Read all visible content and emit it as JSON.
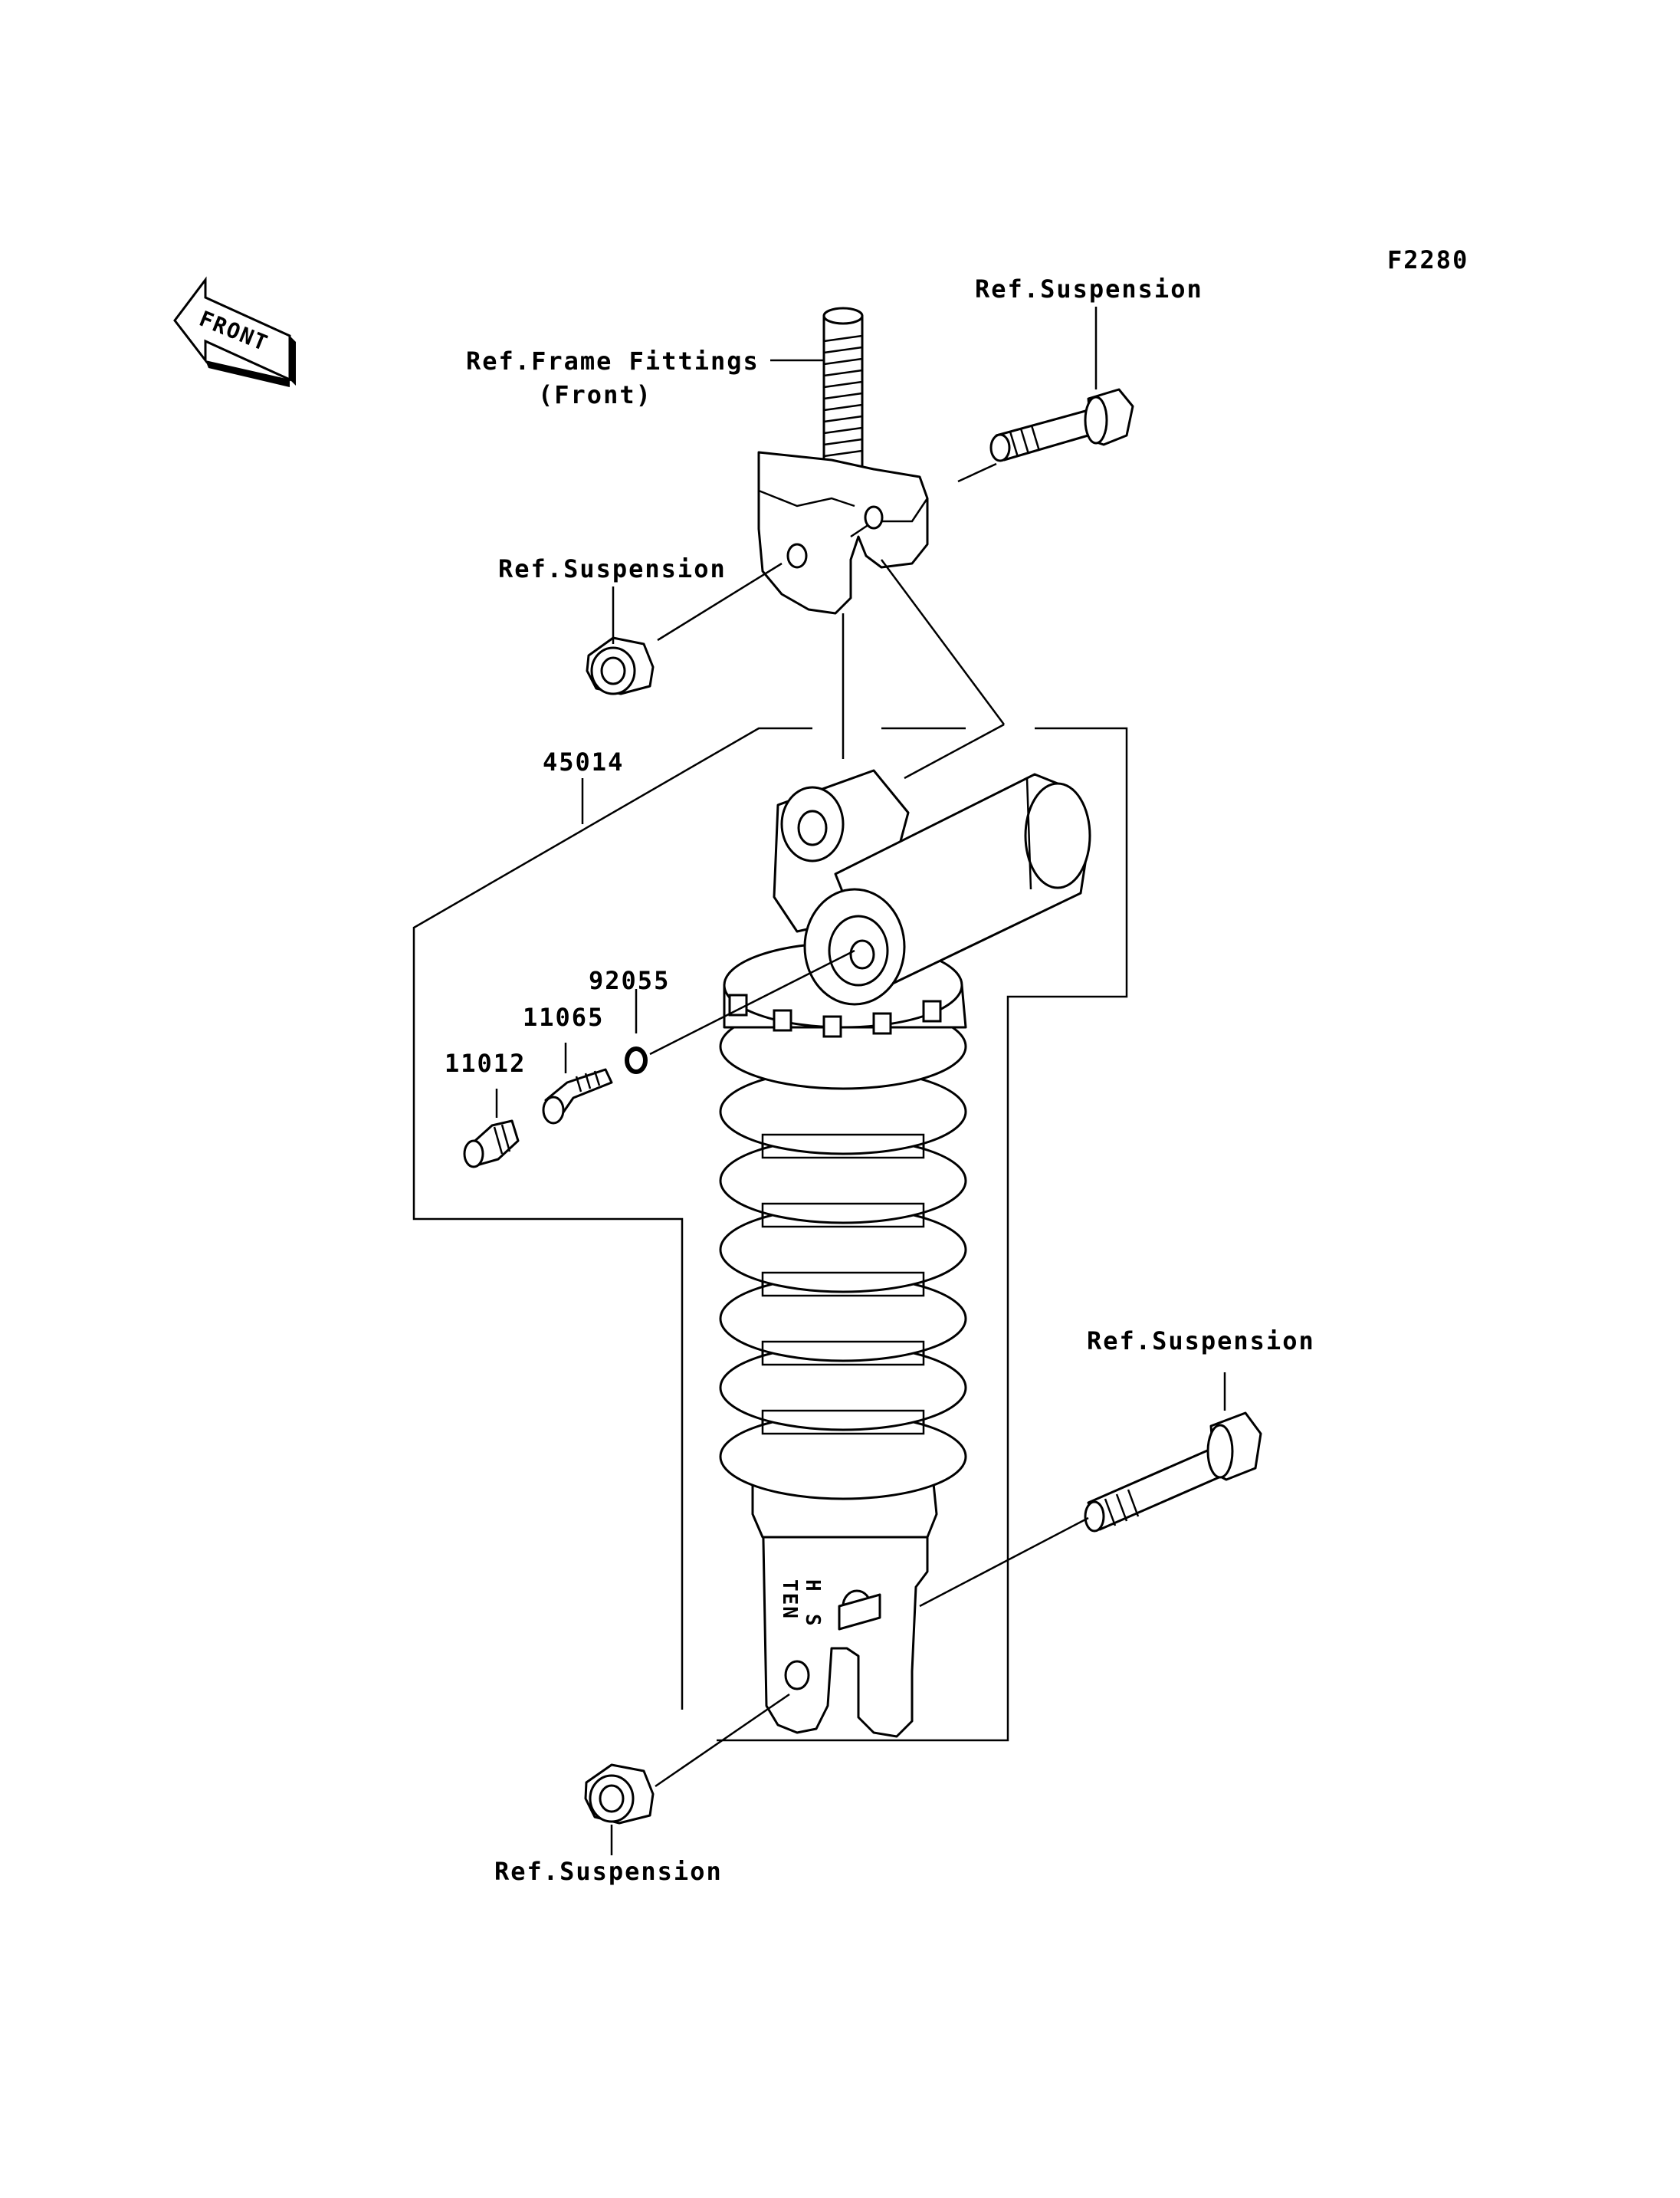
{
  "figure_code": "F2280",
  "front_arrow": {
    "label": "FRONT",
    "icon": "front-direction-arrow-icon"
  },
  "labels": {
    "frame_fittings_line1": "Ref.Frame Fittings",
    "frame_fittings_line2": "(Front)",
    "ref_susp_top_bolt": "Ref.Suspension",
    "ref_susp_top_nut": "Ref.Suspension",
    "ref_susp_bottom_bolt": "Ref.Suspension",
    "ref_susp_bottom_nut": "Ref.Suspension"
  },
  "parts": {
    "shock_absorber": "45014",
    "o_ring": "92055",
    "valve": "11065",
    "cap": "11012"
  },
  "shock_markings": {
    "ten": "TEN",
    "h": "H",
    "s": "S"
  }
}
